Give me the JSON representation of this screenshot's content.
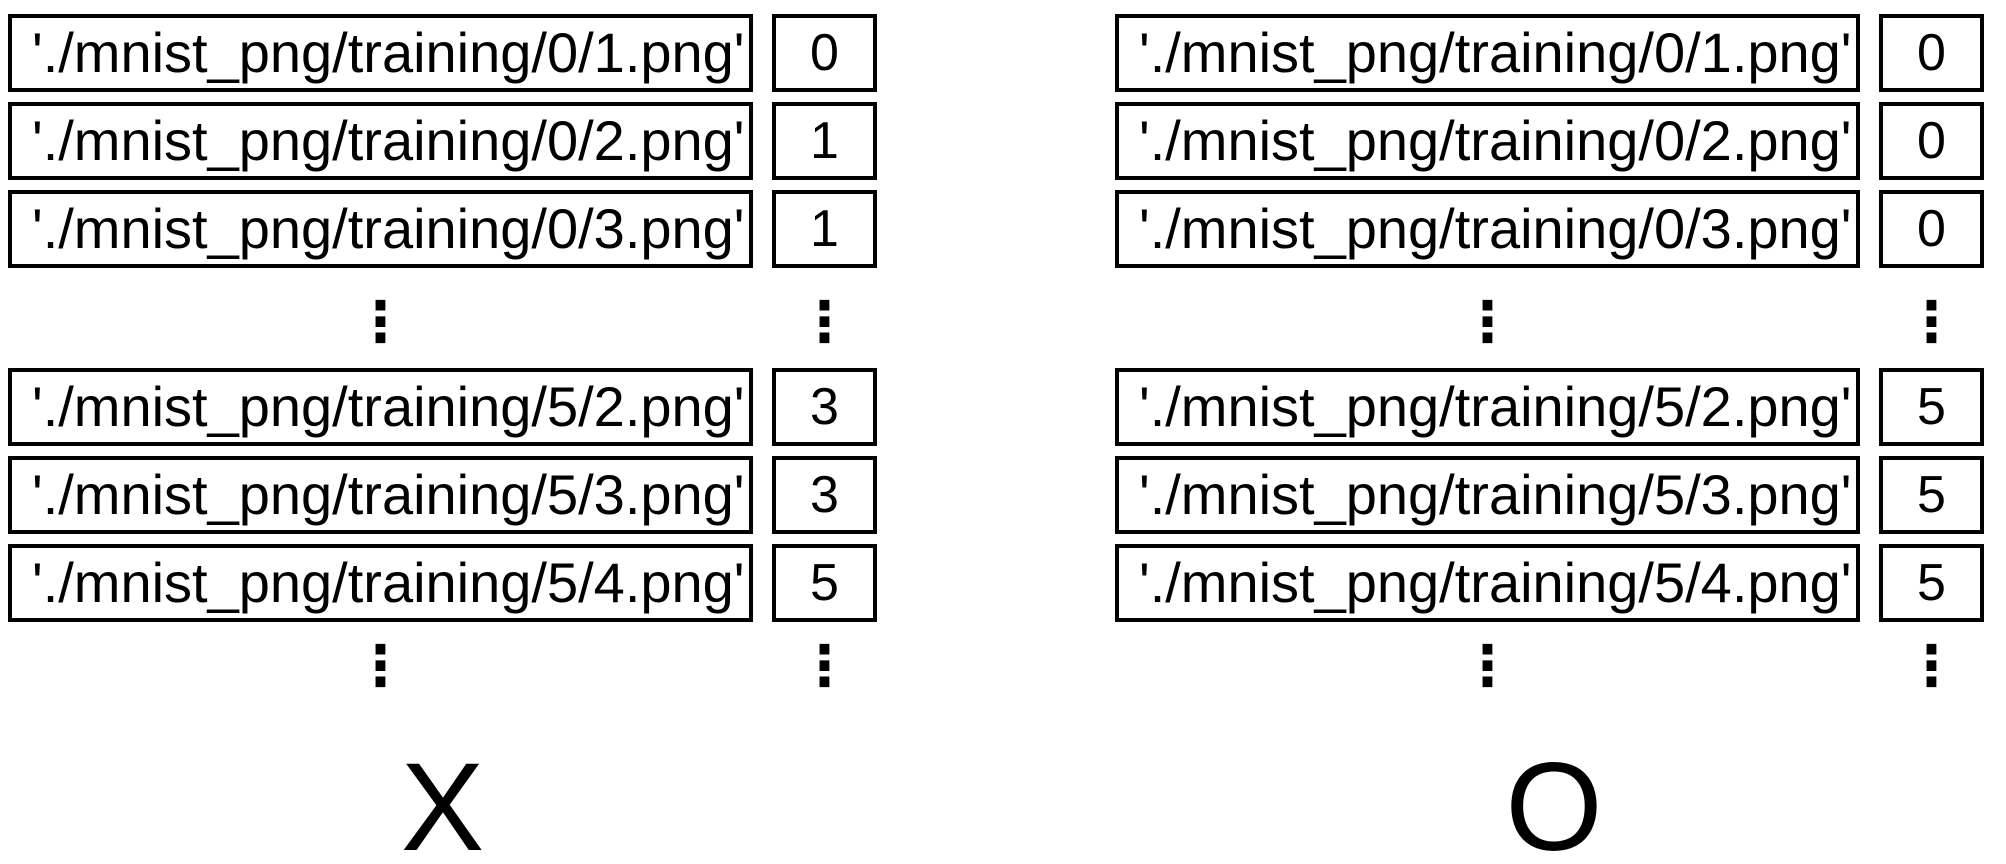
{
  "ellipsis": "⋮",
  "colors": {
    "background": "#ffffff",
    "border": "#000000",
    "text": "#000000"
  },
  "groups": {
    "left": {
      "letter": "X",
      "rows_top": [
        {
          "path": "'./mnist_png/training/0/1.png'",
          "label": "0"
        },
        {
          "path": "'./mnist_png/training/0/2.png'",
          "label": "1"
        },
        {
          "path": "'./mnist_png/training/0/3.png'",
          "label": "1"
        }
      ],
      "rows_bottom": [
        {
          "path": "'./mnist_png/training/5/2.png'",
          "label": "3"
        },
        {
          "path": "'./mnist_png/training/5/3.png'",
          "label": "3"
        },
        {
          "path": "'./mnist_png/training/5/4.png'",
          "label": "5"
        }
      ]
    },
    "right": {
      "letter": "O",
      "rows_top": [
        {
          "path": "'./mnist_png/training/0/1.png'",
          "label": "0"
        },
        {
          "path": "'./mnist_png/training/0/2.png'",
          "label": "0"
        },
        {
          "path": "'./mnist_png/training/0/3.png'",
          "label": "0"
        }
      ],
      "rows_bottom": [
        {
          "path": "'./mnist_png/training/5/2.png'",
          "label": "5"
        },
        {
          "path": "'./mnist_png/training/5/3.png'",
          "label": "5"
        },
        {
          "path": "'./mnist_png/training/5/4.png'",
          "label": "5"
        }
      ]
    }
  }
}
